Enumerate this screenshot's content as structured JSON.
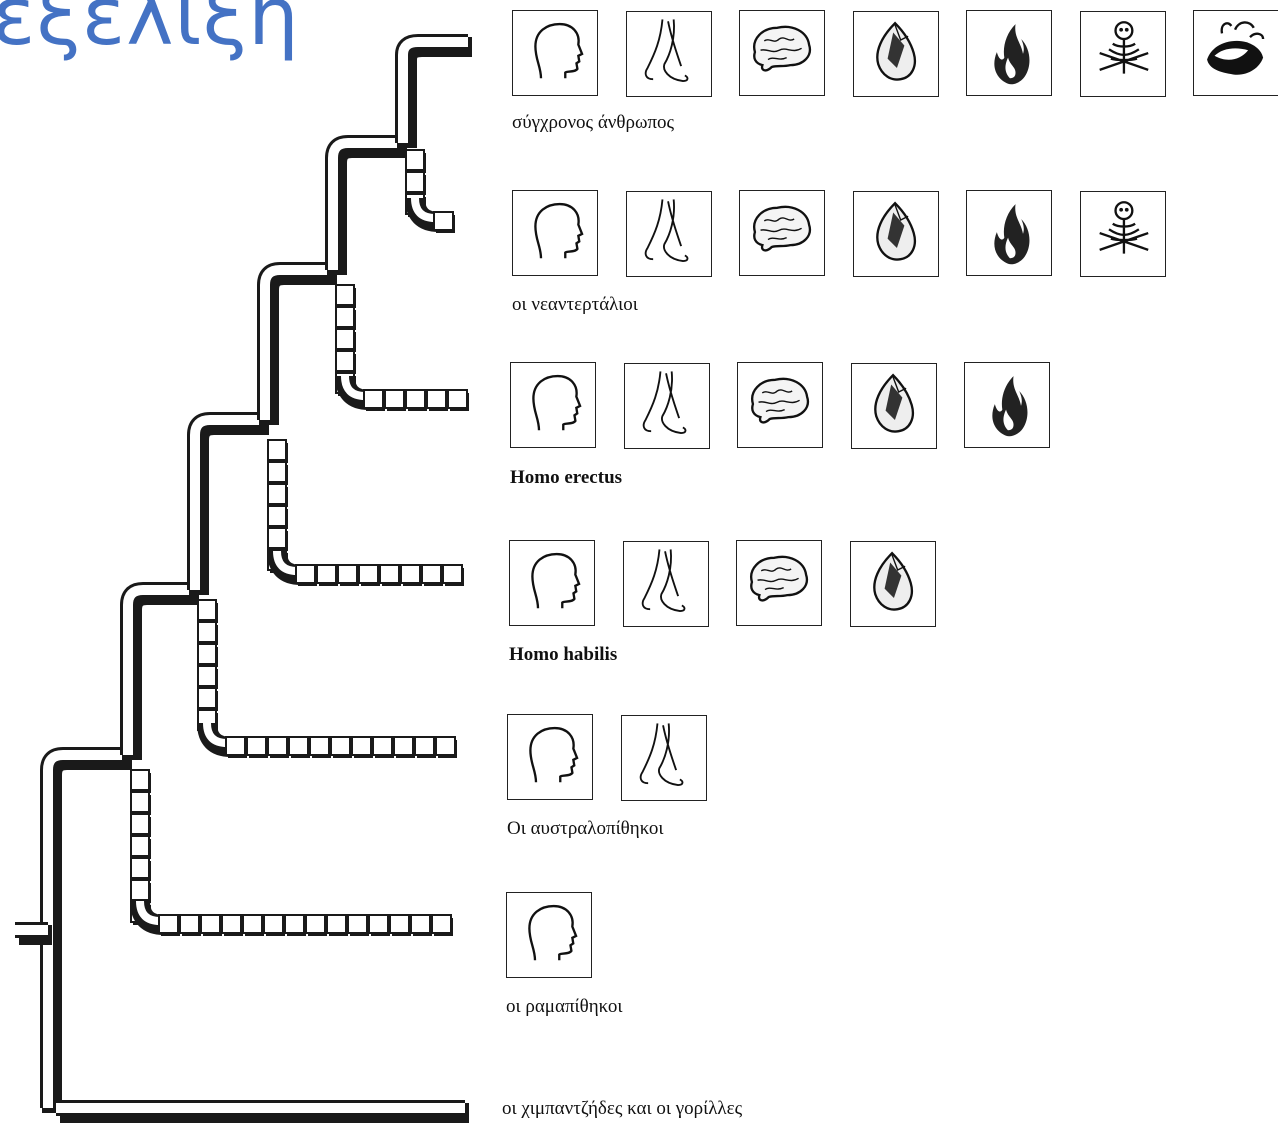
{
  "title": "εξέλιξη",
  "traits": [
    "head-icon",
    "legs-icon",
    "brain-icon",
    "stone-tool-icon",
    "fire-icon",
    "skeleton-icon",
    "art-icon"
  ],
  "groups": [
    {
      "label": "σύγχρονος άνθρωπος",
      "bold": false,
      "traits": 7
    },
    {
      "label": "οι νεαντερτάλιοι",
      "bold": false,
      "traits": 6
    },
    {
      "label": "Homo erectus",
      "bold": true,
      "traits": 5
    },
    {
      "label": "Homo habilis",
      "bold": true,
      "traits": 4
    },
    {
      "label": "Οι αυστραλοπίθηκοι",
      "bold": false,
      "traits": 2
    },
    {
      "label": "οι ραμαπίθηκοι",
      "bold": false,
      "traits": 1
    },
    {
      "label": "οι χιμπαντζήδες και οι γορίλλες",
      "bold": false,
      "traits": 0
    }
  ]
}
